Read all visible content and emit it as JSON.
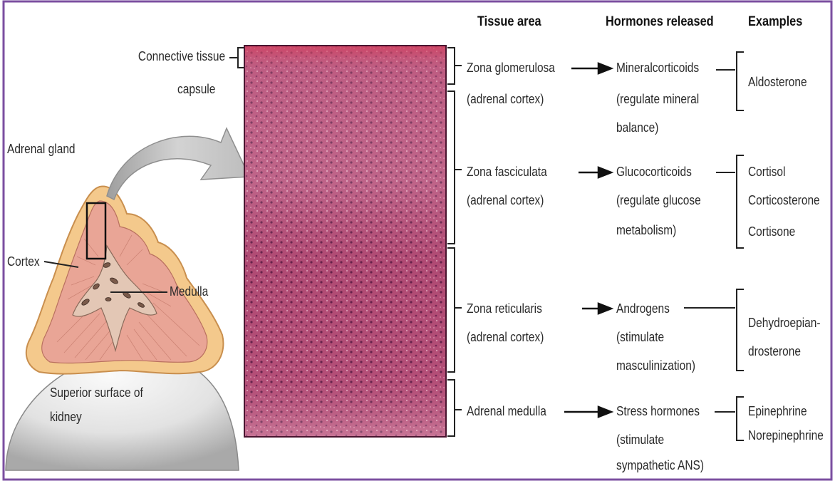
{
  "colors": {
    "border": "#7b4fa0",
    "capsule": "#f4c98c",
    "capsule_edge": "#c98f4e",
    "cortex": "#e9a596",
    "medulla": "#e3c7b5",
    "tissue_top": "#c43a5a",
    "tissue": "#b9507a",
    "kidney_light": "#f4f4f4",
    "kidney_dark": "#bdbdbd",
    "arrow_fill": "#c9c9c9"
  },
  "headers": {
    "tissue_area": "Tissue area",
    "hormones_released": "Hormones released",
    "examples": "Examples"
  },
  "left_labels": {
    "capsule_line1": "Connective tissue",
    "capsule_line2": "capsule",
    "adrenal_gland": "Adrenal gland",
    "cortex": "Cortex",
    "medulla": "Medulla",
    "kidney_line1": "Superior surface of",
    "kidney_line2": "kidney"
  },
  "rows": [
    {
      "zone": [
        "Zona glomerulosa",
        "(adrenal cortex)"
      ],
      "hormone": [
        "Mineralcorticoids",
        "(regulate mineral",
        "balance)"
      ],
      "examples": [
        "Aldosterone"
      ]
    },
    {
      "zone": [
        "Zona fasciculata",
        "(adrenal cortex)"
      ],
      "hormone": [
        "Glucocorticoids",
        "(regulate glucose",
        "metabolism)"
      ],
      "examples": [
        "Cortisol",
        "Corticosterone",
        "Cortisone"
      ]
    },
    {
      "zone": [
        "Zona reticularis",
        "(adrenal cortex)"
      ],
      "hormone": [
        "Androgens",
        "(stimulate",
        "masculinization)"
      ],
      "examples": [
        "Dehydroepian-",
        "drosterone"
      ]
    },
    {
      "zone": [
        "Adrenal medulla"
      ],
      "hormone": [
        "Stress hormones",
        "(stimulate",
        "sympathetic ANS)"
      ],
      "examples": [
        "Epinephrine",
        "Norepinephrine"
      ]
    }
  ]
}
